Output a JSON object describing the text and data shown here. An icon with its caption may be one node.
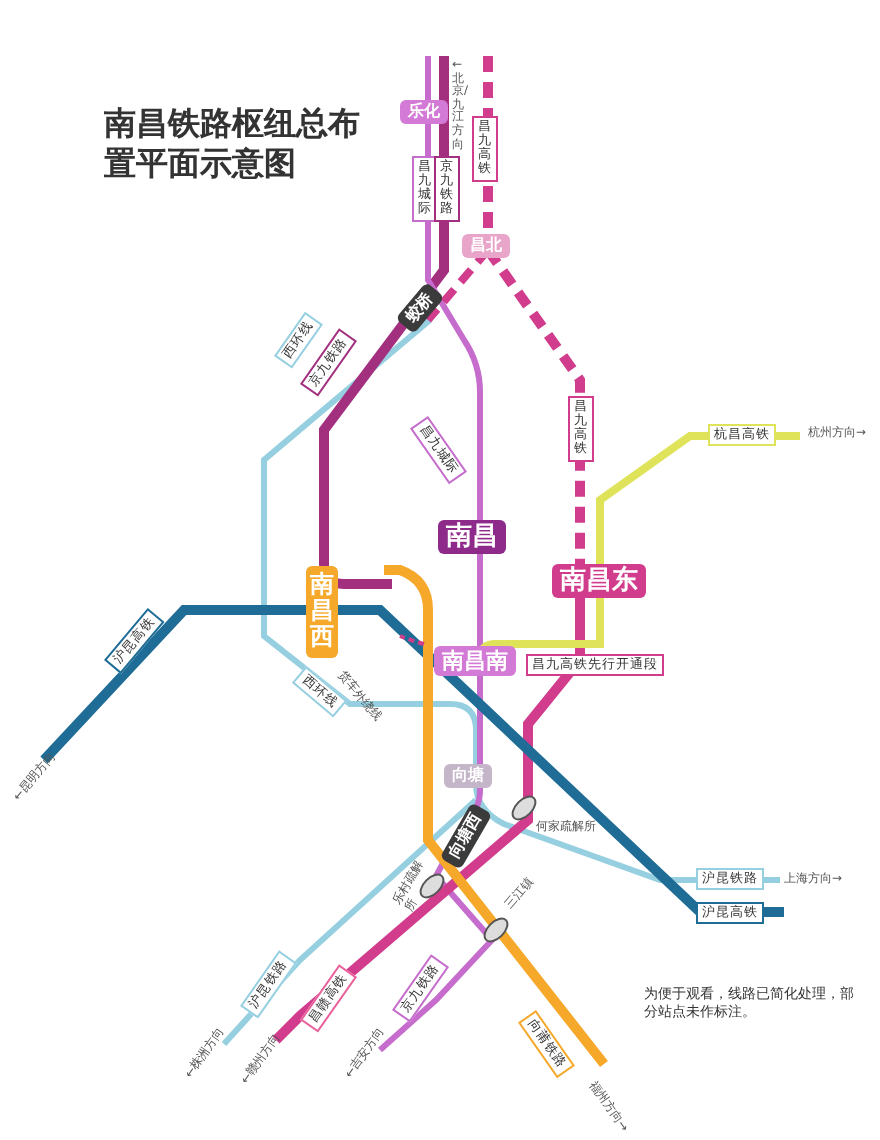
{
  "diagram": {
    "title": "南昌铁路枢纽总布置平面示意图",
    "nodes": [
      {
        "text": [
          "南昌"
        ]
      },
      {
        "text": [
          "南昌东"
        ]
      },
      {
        "text": [
          "南昌西"
        ]
      },
      {
        "text": [
          "南昌南"
        ]
      },
      {
        "text": [
          "乐化"
        ]
      },
      {
        "text": [
          "昌北"
        ]
      },
      {
        "text": [
          "蛟桥"
        ]
      },
      {
        "text": [
          "向塘"
        ]
      },
      {
        "text": [
          "向塘西"
        ]
      }
    ],
    "labels": [
      "←北京/九江方向",
      "昌九城际",
      "京九铁路",
      "昌九高铁",
      "西环线",
      "京九铁路",
      "昌九城际",
      "昌九高铁",
      "杭昌高铁",
      "杭州方向→",
      "沪昆高铁",
      "←昆明方向",
      "西环线",
      "货车外绕线",
      "昌九高铁先行开通段",
      "何家疏解所",
      "沪昆铁路",
      "上海方向→",
      "沪昆高铁",
      "乐村疏解所",
      "三江镇",
      "沪昆铁路",
      "昌赣高铁",
      "京九铁路",
      "←株洲方向",
      "←赣州方向",
      "←吉安方向",
      "向莆铁路",
      "福州方向→",
      "为便于观看，线路已简化处理，部分站点未作标注。"
    ]
  }
}
